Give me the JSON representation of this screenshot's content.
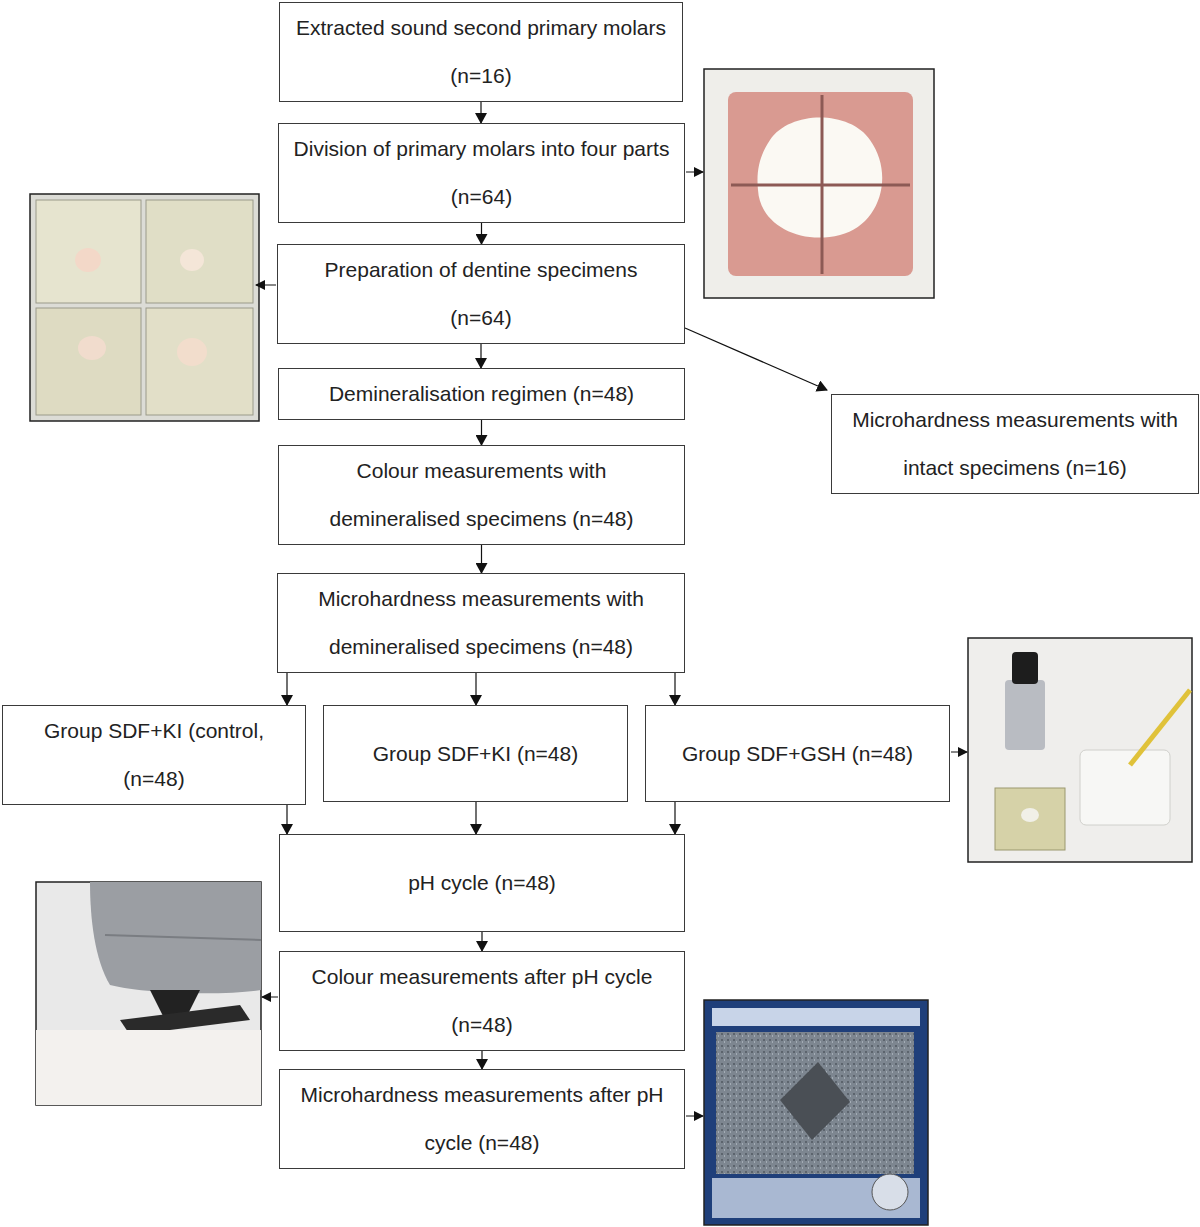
{
  "diagram": {
    "nodes": [
      {
        "text": [
          "Extracted sound second primary molars (n=16)"
        ]
      },
      {
        "text": [
          "Division of primary molars into four parts (n=64)"
        ]
      },
      {
        "text": [
          "Preparation of dentine specimens (n=64)"
        ]
      },
      {
        "text": [
          "Demineralisation regimen (n=48)"
        ]
      },
      {
        "text": [
          "Microhardness measurements with intact specimens (n=16)"
        ]
      },
      {
        "text": [
          "Colour measurements with demineralised specimens (n=48)"
        ]
      },
      {
        "text": [
          "Microhardness measurements with demineralised specimens (n=48)"
        ]
      },
      {
        "text": [
          "Group SDF+KI (control, (n=48)"
        ]
      },
      {
        "text": [
          "Group SDF+KI (n=48)"
        ]
      },
      {
        "text": [
          "Group SDF+GSH (n=48)"
        ]
      },
      {
        "text": [
          "pH cycle (n=48)"
        ]
      },
      {
        "text": [
          "Colour measurements after pH cycle (n=48)"
        ]
      },
      {
        "text": [
          "Microhardness measurements after pH cycle (n=48)"
        ]
      }
    ],
    "edges": [
      {
        "from": 0,
        "to": 1,
        "arrow": "to"
      },
      {
        "from": 1,
        "to": 2,
        "arrow": "to"
      },
      {
        "from": 2,
        "to": 3,
        "arrow": "to"
      },
      {
        "from": 2,
        "to": 4,
        "arrow": "to"
      },
      {
        "from": 3,
        "to": 5,
        "arrow": "to"
      },
      {
        "from": 5,
        "to": 6,
        "arrow": "to"
      },
      {
        "from": 6,
        "to": 7,
        "arrow": "to"
      },
      {
        "from": 6,
        "to": 8,
        "arrow": "to"
      },
      {
        "from": 6,
        "to": 9,
        "arrow": "to"
      },
      {
        "from": 7,
        "to": 10,
        "arrow": "to"
      },
      {
        "from": 8,
        "to": 10,
        "arrow": "to"
      },
      {
        "from": 9,
        "to": 10,
        "arrow": "to"
      },
      {
        "from": 10,
        "to": 11,
        "arrow": "to"
      },
      {
        "from": 11,
        "to": 12,
        "arrow": "to"
      }
    ]
  }
}
